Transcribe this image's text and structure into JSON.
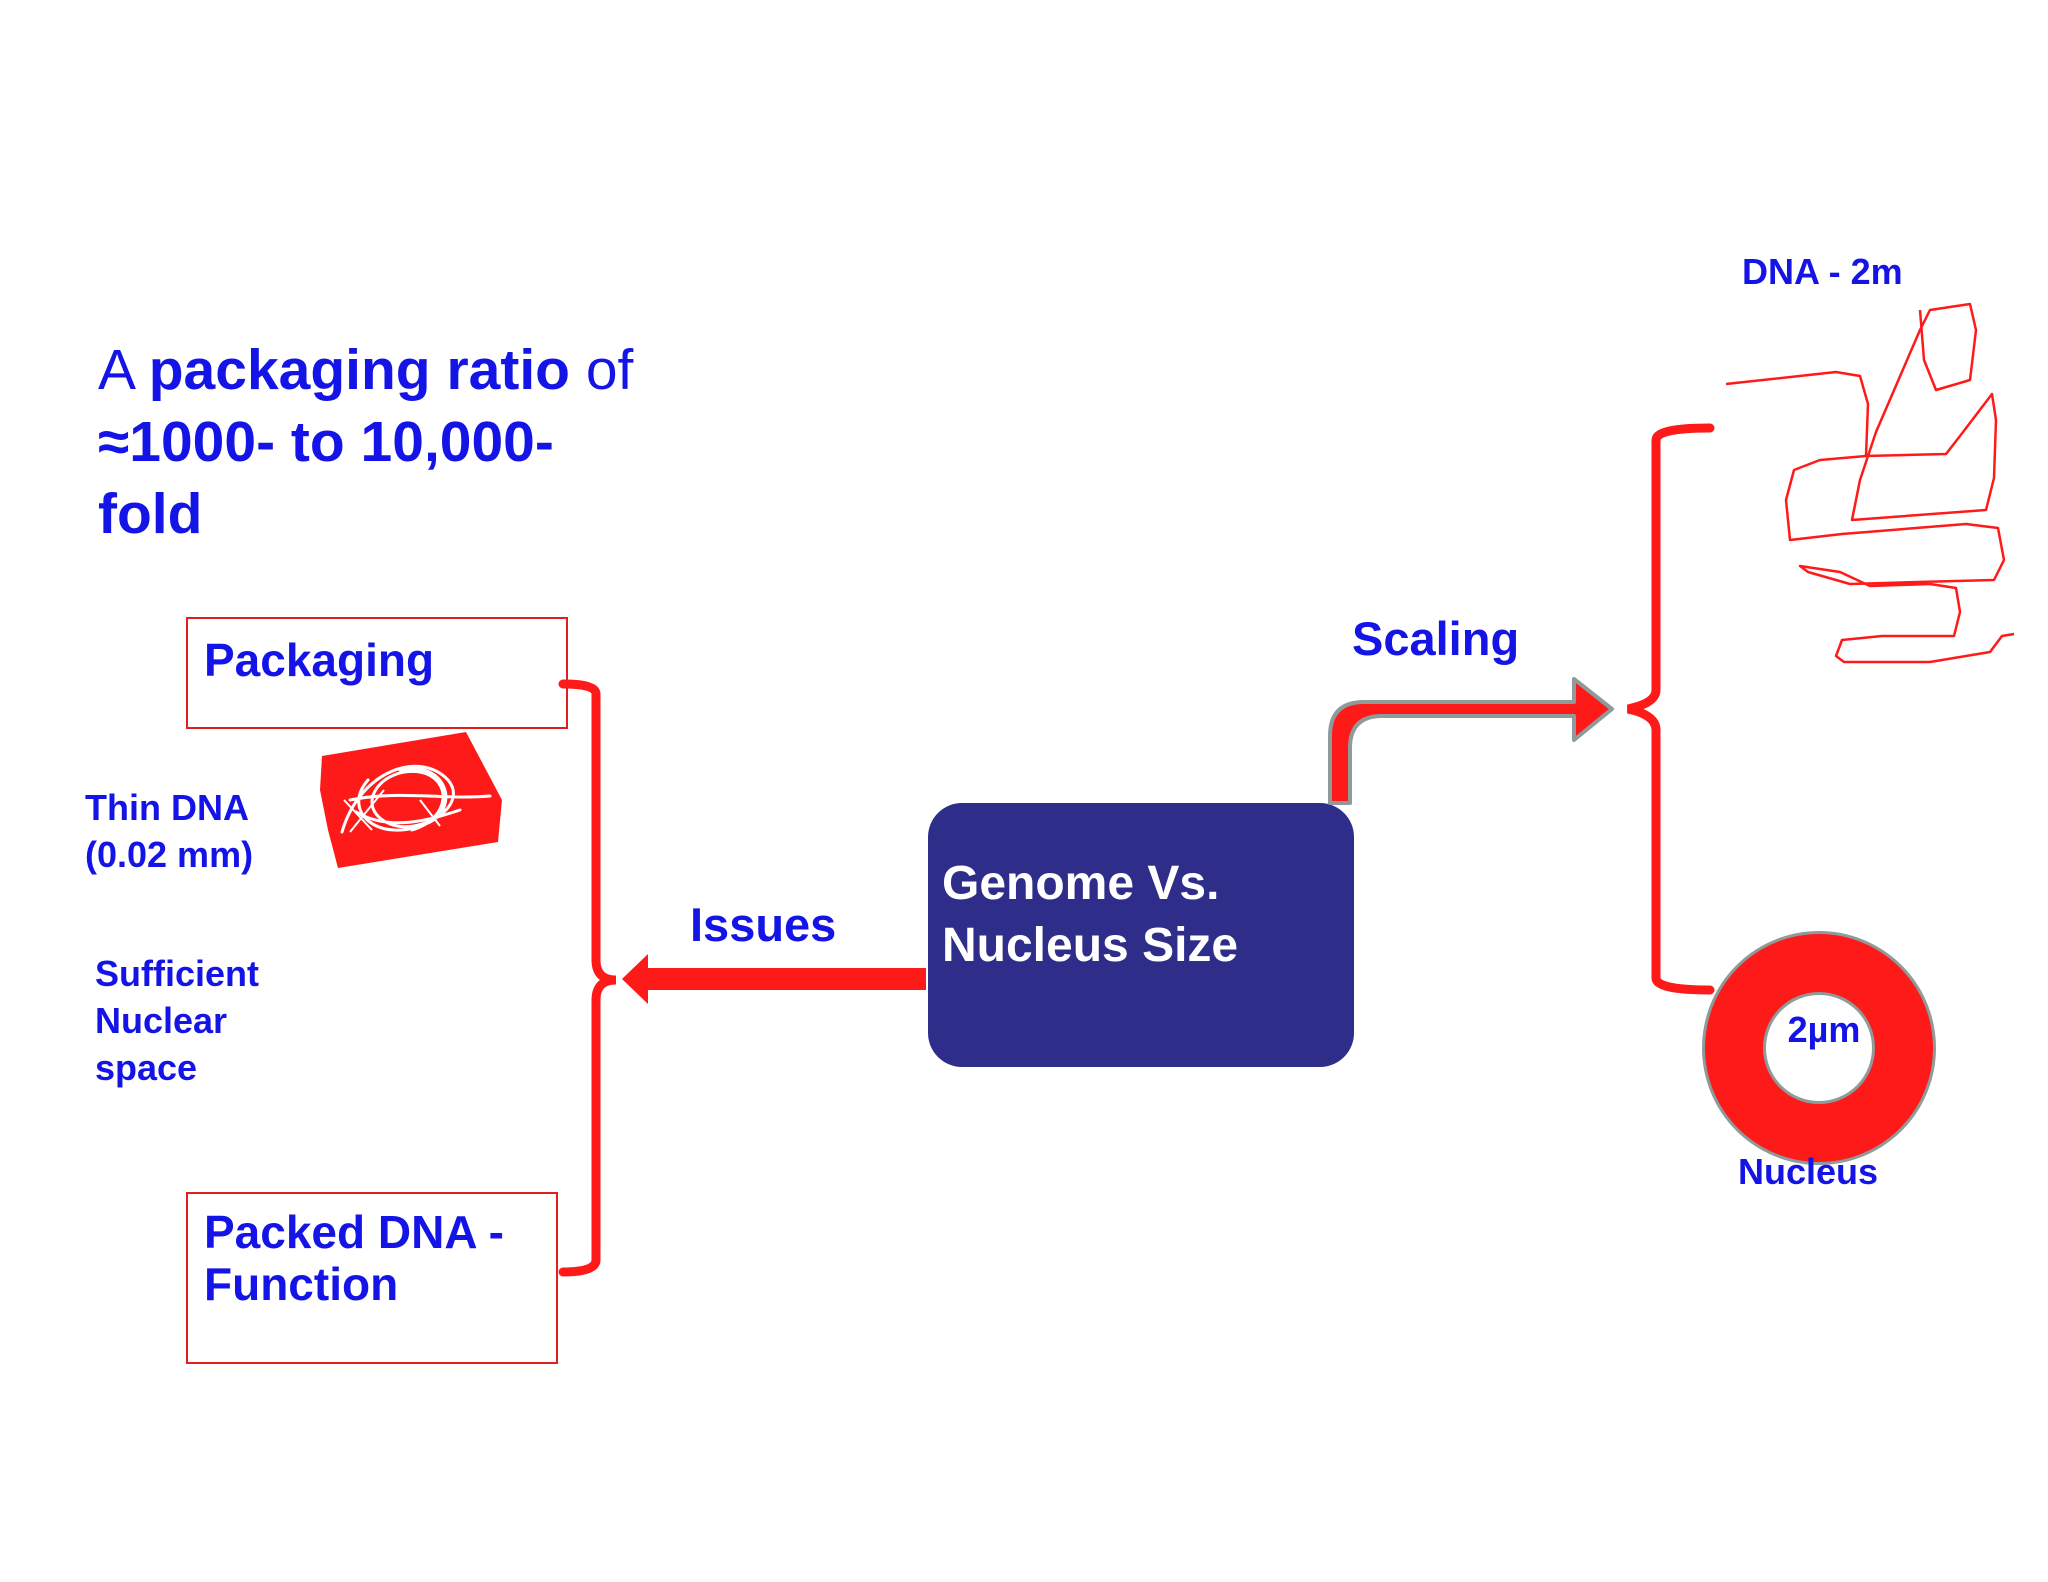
{
  "title": {
    "prefix": "A ",
    "highlight": "packaging ratio",
    "suffix": " of",
    "line2": "≈1000- to 10,000-",
    "line3": "fold"
  },
  "center_box": {
    "line1": "Genome Vs.",
    "line2": "Nucleus Size",
    "color": "#2e2e8a"
  },
  "arrows": {
    "issues_label": "Issues",
    "scaling_label": "Scaling",
    "color": "#ff1a1a"
  },
  "issues": {
    "packaging_label": "Packaging",
    "thin_dna_line1": "Thin DNA",
    "thin_dna_line2": "(0.02 mm)",
    "sufficient_line1": "Sufficient",
    "sufficient_line2": "Nuclear",
    "sufficient_line3": "space",
    "packed_line1": "Packed DNA -",
    "packed_line2": "Function"
  },
  "scaling": {
    "dna_label": "DNA - 2m",
    "nucleus_size": "2µm",
    "nucleus_label": "Nucleus"
  },
  "colors": {
    "text": "#1414e6",
    "accent_red": "#ff1a1a",
    "box_fill": "#2e2e8a"
  }
}
